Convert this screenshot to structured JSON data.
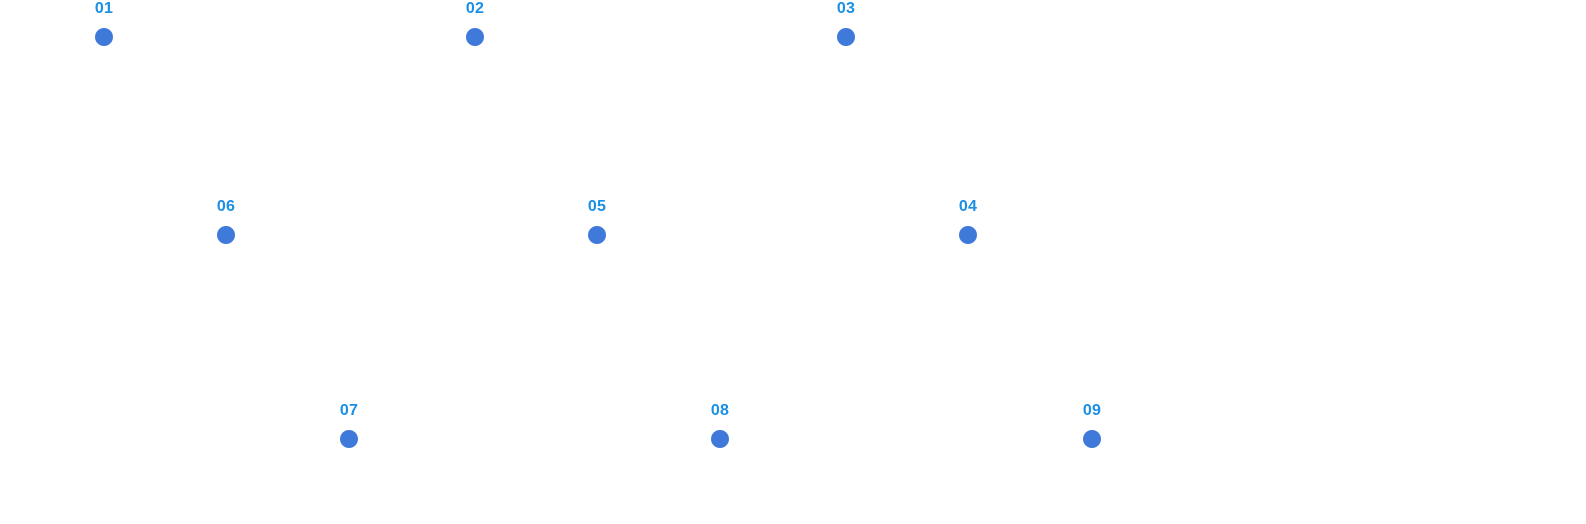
{
  "colors": {
    "label": "#1a8fe6",
    "dot": "#3f79d9",
    "background": "#ffffff"
  },
  "nodes": [
    {
      "label": "01"
    },
    {
      "label": "02"
    },
    {
      "label": "03"
    },
    {
      "label": "04"
    },
    {
      "label": "05"
    },
    {
      "label": "06"
    },
    {
      "label": "07"
    },
    {
      "label": "08"
    },
    {
      "label": "09"
    }
  ]
}
